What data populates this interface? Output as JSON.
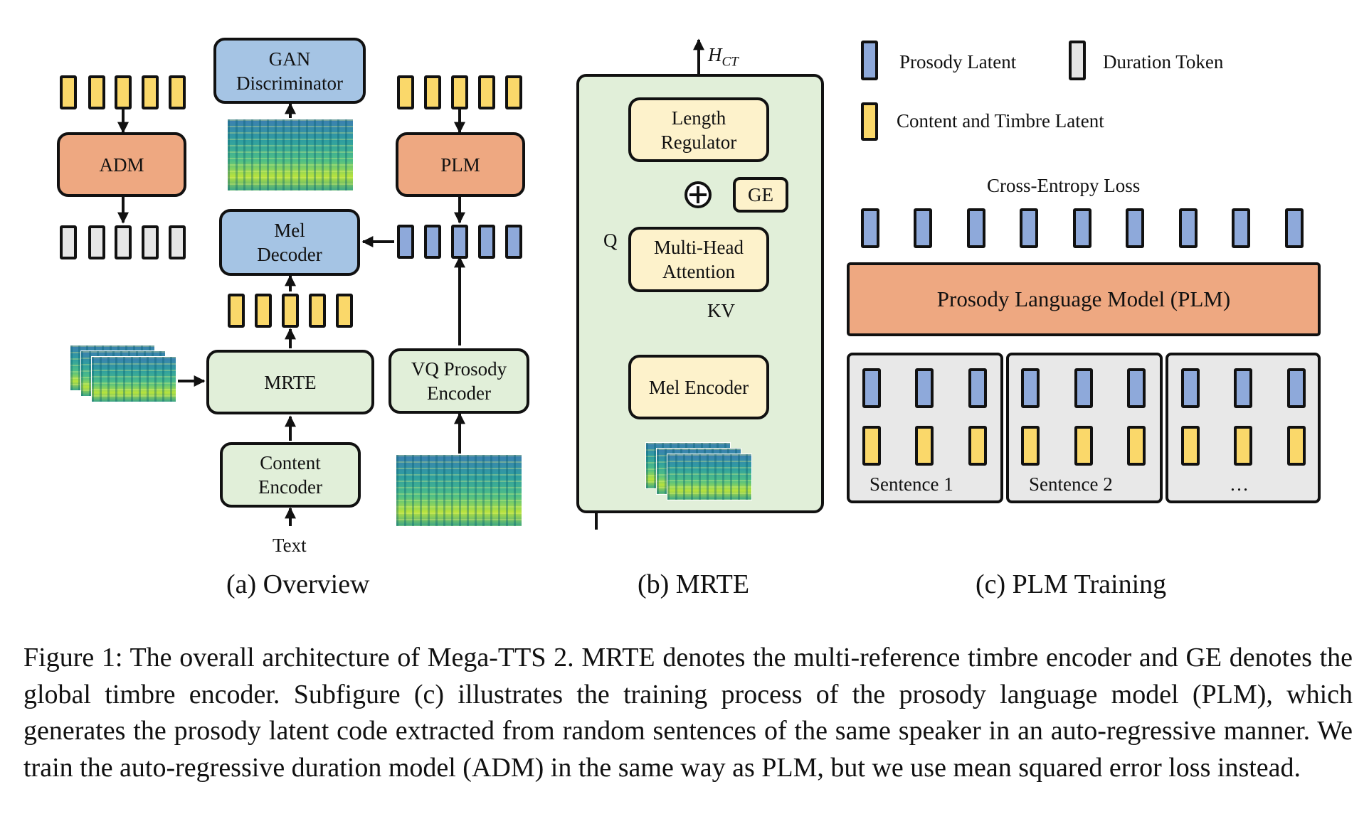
{
  "overview": {
    "adm": "ADM",
    "gan_discriminator": "GAN Discriminator",
    "plm": "PLM",
    "mel_decoder": "Mel Decoder",
    "mrte": "MRTE",
    "vq_prosody_encoder": "VQ Prosody Encoder",
    "content_encoder": "Content Encoder",
    "text_input": "Text",
    "caption": "(a) Overview"
  },
  "mrte_panel": {
    "output_label": "H",
    "output_subscript": "CT",
    "length_regulator": "Length Regulator",
    "ge": "GE",
    "multi_head_attention": "Multi-Head Attention",
    "q_label": "Q",
    "kv_label": "KV",
    "mel_encoder": "Mel Encoder",
    "caption": "(b) MRTE"
  },
  "plm_training": {
    "legend": {
      "prosody_latent": "Prosody Latent",
      "duration_token": "Duration Token",
      "content_timbre_latent": "Content and Timbre Latent"
    },
    "loss_label": "Cross-Entropy Loss",
    "model_label": "Prosody Language Model (PLM)",
    "sentences": [
      "Sentence 1",
      "Sentence 2",
      "…"
    ],
    "caption": "(c) PLM Training"
  },
  "caption": "Figure 1: The overall architecture of Mega-TTS 2. MRTE denotes the multi-reference timbre encoder and GE denotes the global timbre encoder. Subfigure (c) illustrates the training process of the prosody language model (PLM), which generates the prosody latent code extracted from random sentences of the same speaker in an auto-regressive manner. We train the auto-regressive duration model (ADM) in the same way as PLM, but we use mean squared error loss instead.",
  "colors": {
    "blue_block": "#a5c4e4",
    "orange_block": "#eea881",
    "green_block": "#e1efd9",
    "cream_block": "#fdf2cb",
    "prosody_token": "#8ea9da",
    "content_token": "#fad86a",
    "duration_token": "#e6e6e6"
  }
}
